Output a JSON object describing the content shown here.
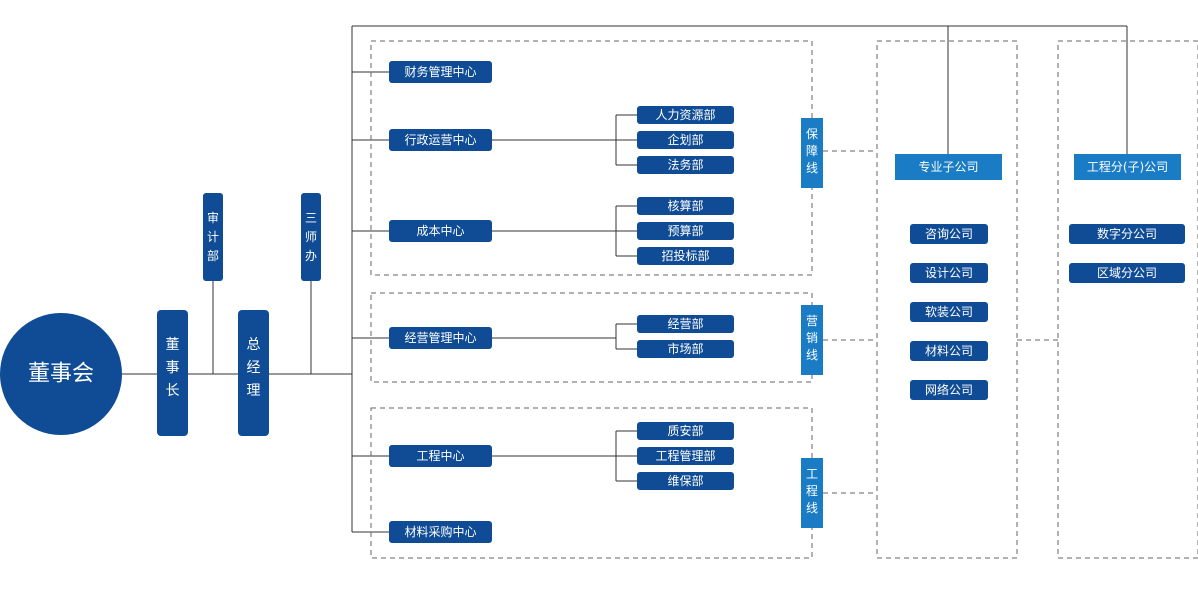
{
  "board": "董事会",
  "chairman": [
    "董",
    "事",
    "长"
  ],
  "audit": [
    "审",
    "计",
    "部"
  ],
  "gm": [
    "总",
    "经",
    "理"
  ],
  "office": [
    "三",
    "师",
    "办"
  ],
  "centers": {
    "finance": "财务管理中心",
    "admin": "行政运营中心",
    "cost": "成本中心",
    "business": "经营管理中心",
    "engineering": "工程中心",
    "procurement": "材料采购中心"
  },
  "depts": {
    "hr": "人力资源部",
    "planning": "企划部",
    "legal": "法务部",
    "accounting": "核算部",
    "budget": "预算部",
    "bidding": "招投标部",
    "operations": "经营部",
    "market": "市场部",
    "quality": "质安部",
    "project_mgmt": "工程管理部",
    "maintenance": "维保部"
  },
  "lines": {
    "support": [
      "保",
      "障",
      "线"
    ],
    "marketing": [
      "营",
      "销",
      "线"
    ],
    "engineering": [
      "工",
      "程",
      "线"
    ]
  },
  "subsidiaries": {
    "title": "专业子公司",
    "items": [
      "咨询公司",
      "设计公司",
      "软装公司",
      "材料公司",
      "网络公司"
    ]
  },
  "branches": {
    "title": "工程分(子)公司",
    "items": [
      "数字分公司",
      "区域分公司"
    ]
  },
  "colors": {
    "navy": "#0f4c95",
    "light_blue": "#1a7cc4"
  }
}
